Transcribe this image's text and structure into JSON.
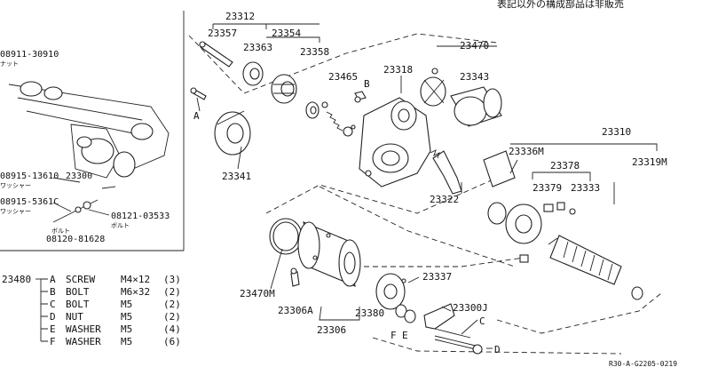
{
  "header_note": "表記以外の構成部品は非販売",
  "inset": {
    "labels": [
      {
        "id": "08911",
        "text": "08911-30910",
        "sub": "ナット"
      },
      {
        "id": "08915a",
        "text": "08915-13610",
        "sub": "ワッシャー"
      },
      {
        "id": "23300",
        "text": "23300"
      },
      {
        "id": "08915b",
        "text": "08915-5361C",
        "sub": "ワッシャー"
      },
      {
        "id": "08121",
        "text": "08121-03533",
        "sub": "ボルト"
      },
      {
        "id": "08120",
        "text": "08120-81628",
        "sub": "ボルト"
      }
    ]
  },
  "callouts": [
    {
      "id": "23312",
      "text": "23312"
    },
    {
      "id": "23357",
      "text": "23357"
    },
    {
      "id": "23354",
      "text": "23354"
    },
    {
      "id": "23363",
      "text": "23363"
    },
    {
      "id": "23358",
      "text": "23358"
    },
    {
      "id": "23465",
      "text": "23465"
    },
    {
      "id": "23318",
      "text": "23318"
    },
    {
      "id": "B_top",
      "text": "B"
    },
    {
      "id": "23470",
      "text": "23470"
    },
    {
      "id": "23343",
      "text": "23343"
    },
    {
      "id": "A_left",
      "text": "A"
    },
    {
      "id": "23341",
      "text": "23341"
    },
    {
      "id": "23322",
      "text": "23322"
    },
    {
      "id": "23310",
      "text": "23310"
    },
    {
      "id": "23336M",
      "text": "23336M"
    },
    {
      "id": "23378",
      "text": "23378"
    },
    {
      "id": "23319M",
      "text": "23319M"
    },
    {
      "id": "23379",
      "text": "23379"
    },
    {
      "id": "23333",
      "text": "23333"
    },
    {
      "id": "23470M",
      "text": "23470M"
    },
    {
      "id": "23337",
      "text": "23337"
    },
    {
      "id": "23300J",
      "text": "23300J"
    },
    {
      "id": "23306A",
      "text": "23306A"
    },
    {
      "id": "23380",
      "text": "23380"
    },
    {
      "id": "23306",
      "text": "23306"
    },
    {
      "id": "C_right",
      "text": "C"
    },
    {
      "id": "F_low",
      "text": "F"
    },
    {
      "id": "E_low",
      "text": "E"
    },
    {
      "id": "D_low",
      "text": "D"
    }
  ],
  "legend": {
    "part_no": "23480",
    "items": [
      {
        "key": "A",
        "name": "SCREW",
        "spec": "M4×12",
        "qty": "(3)"
      },
      {
        "key": "B",
        "name": "BOLT",
        "spec": "M6×32",
        "qty": "(2)"
      },
      {
        "key": "C",
        "name": "BOLT",
        "spec": "M5",
        "qty": "(2)"
      },
      {
        "key": "D",
        "name": "NUT",
        "spec": "M5",
        "qty": "(2)"
      },
      {
        "key": "E",
        "name": "WASHER",
        "spec": "M5",
        "qty": "(4)"
      },
      {
        "key": "F",
        "name": "WASHER",
        "spec": "M5",
        "qty": "(6)"
      }
    ]
  },
  "footer_code": "R30-A-G2205-0219"
}
